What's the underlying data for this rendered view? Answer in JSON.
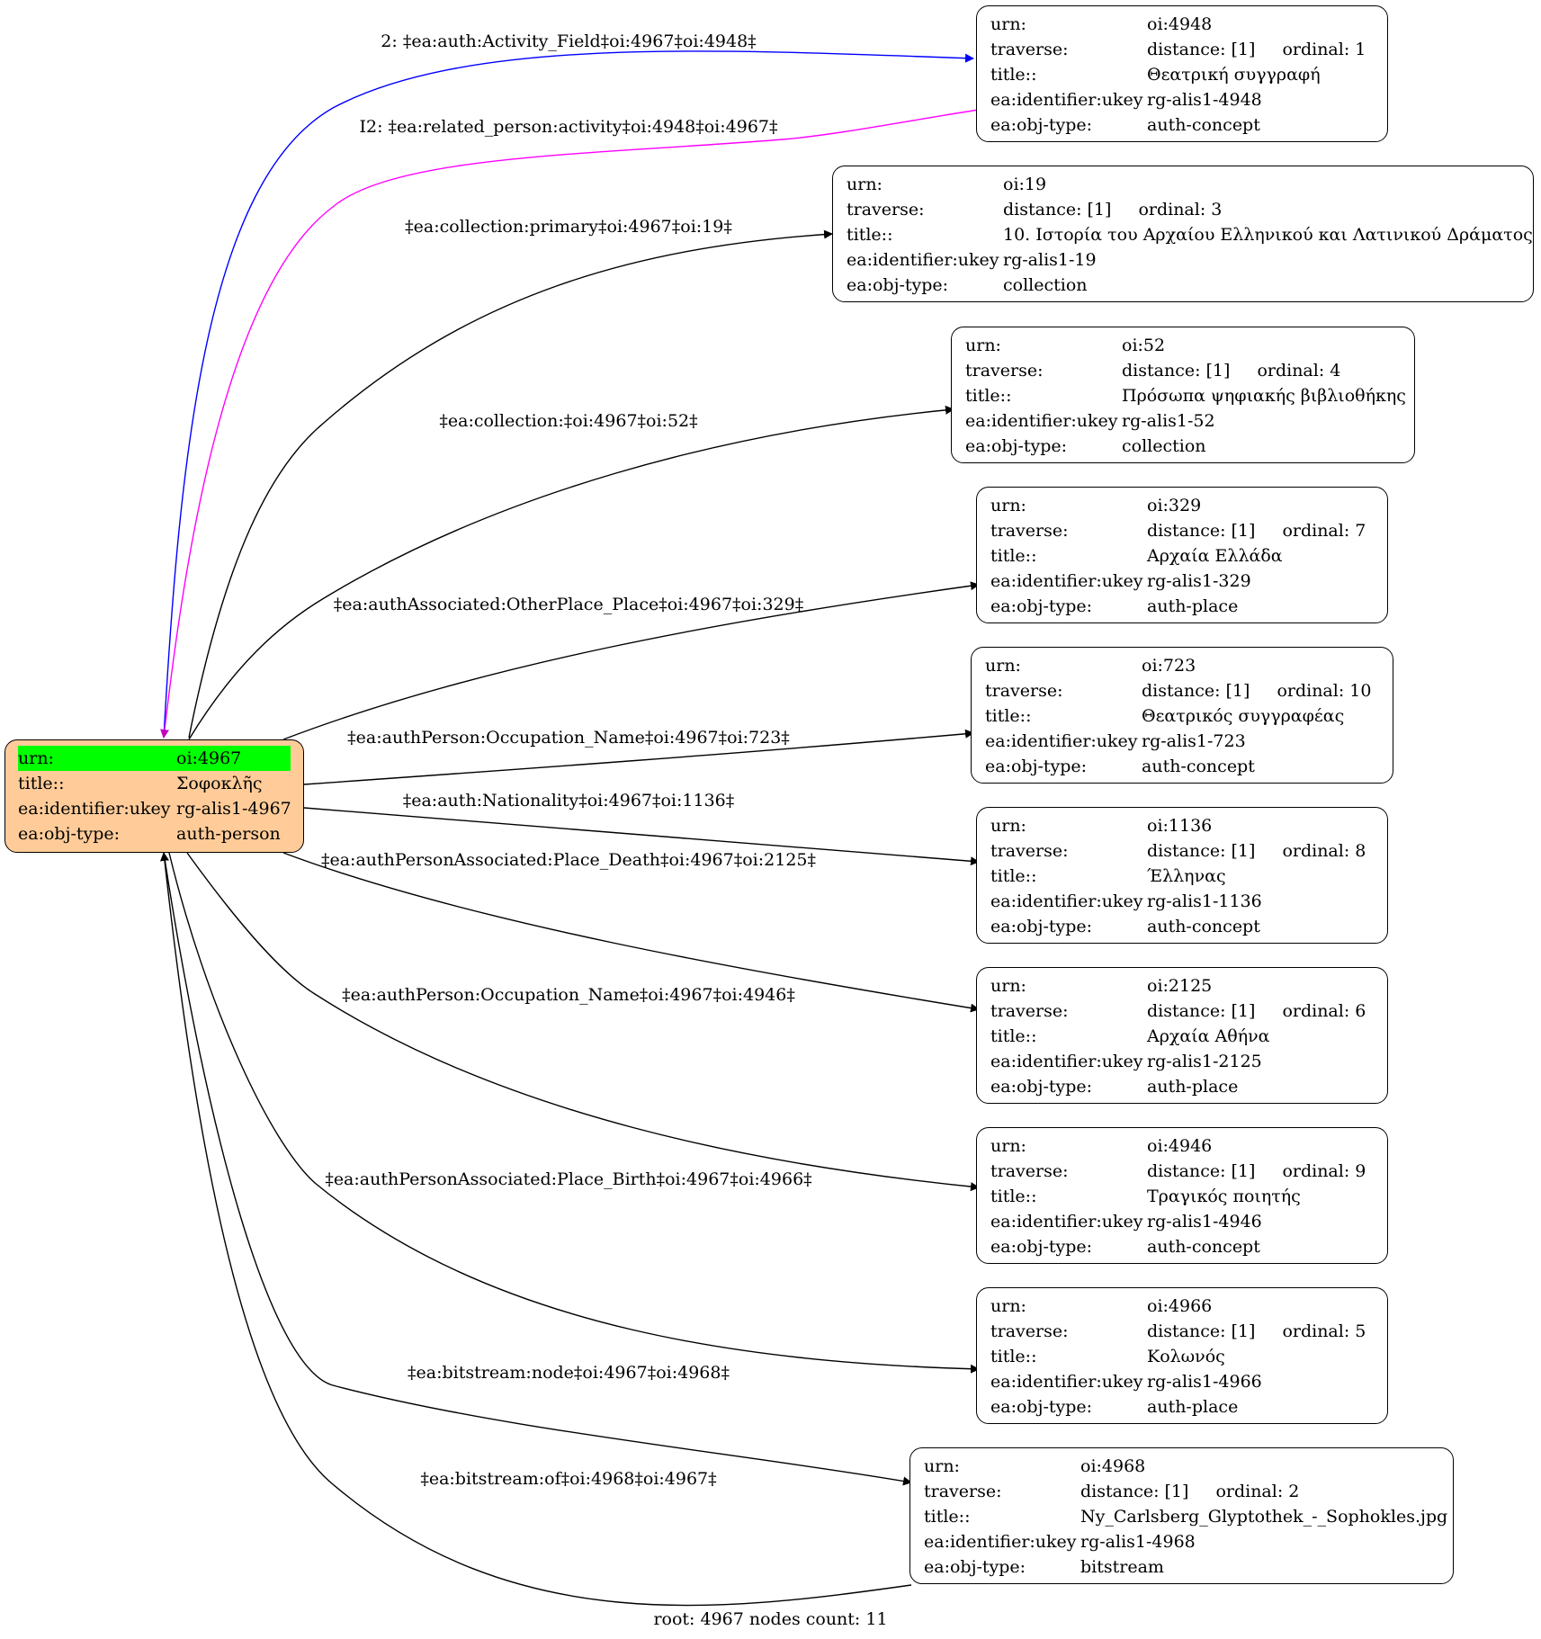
{
  "colors": {
    "root_fill": "#ffcc99",
    "highlight": "#00ff00",
    "edge_blue": "#0000ff",
    "edge_magenta": "#ff00ff",
    "edge_default": "#000000"
  },
  "root": {
    "rows": [
      {
        "k": "urn:",
        "v": "oi:4967"
      },
      {
        "k": "title::",
        "v": "Σοφοκλῆς"
      },
      {
        "k": "ea:identifier:ukey",
        "v": "rg-alis1-4967"
      },
      {
        "k": "ea:obj-type:",
        "v": "auth-person"
      }
    ]
  },
  "nodes": [
    {
      "urn": "oi:4948",
      "distance": "distance: [1]",
      "ordinal": "ordinal: 1",
      "title": "Θεατρική συγγραφή",
      "ukey": "rg-alis1-4948",
      "type": "auth-concept"
    },
    {
      "urn": "oi:19",
      "distance": "distance: [1]",
      "ordinal": "ordinal: 3",
      "title": "10. Ιστορία του Αρχαίου Ελληνικού και Λατινικού Δράματος",
      "ukey": "rg-alis1-19",
      "type": "collection"
    },
    {
      "urn": "oi:52",
      "distance": "distance: [1]",
      "ordinal": "ordinal: 4",
      "title": "Πρόσωπα ψηφιακής βιβλιοθήκης",
      "ukey": "rg-alis1-52",
      "type": "collection"
    },
    {
      "urn": "oi:329",
      "distance": "distance: [1]",
      "ordinal": "ordinal: 7",
      "title": "Αρχαία Ελλάδα",
      "ukey": "rg-alis1-329",
      "type": "auth-place"
    },
    {
      "urn": "oi:723",
      "distance": "distance: [1]",
      "ordinal": "ordinal: 10",
      "title": "Θεατρικός συγγραφέας",
      "ukey": "rg-alis1-723",
      "type": "auth-concept"
    },
    {
      "urn": "oi:1136",
      "distance": "distance: [1]",
      "ordinal": "ordinal: 8",
      "title": "Έλληνας",
      "ukey": "rg-alis1-1136",
      "type": "auth-concept"
    },
    {
      "urn": "oi:2125",
      "distance": "distance: [1]",
      "ordinal": "ordinal: 6",
      "title": "Αρχαία Αθήνα",
      "ukey": "rg-alis1-2125",
      "type": "auth-place"
    },
    {
      "urn": "oi:4946",
      "distance": "distance: [1]",
      "ordinal": "ordinal: 9",
      "title": "Τραγικός ποιητής",
      "ukey": "rg-alis1-4946",
      "type": "auth-concept"
    },
    {
      "urn": "oi:4966",
      "distance": "distance: [1]",
      "ordinal": "ordinal: 5",
      "title": "Κολωνός",
      "ukey": "rg-alis1-4966",
      "type": "auth-place"
    },
    {
      "urn": "oi:4968",
      "distance": "distance: [1]",
      "ordinal": "ordinal: 2",
      "title": "Ny_Carlsberg_Glyptothek_-_Sophokles.jpg",
      "ukey": "rg-alis1-4968",
      "type": "bitstream"
    }
  ],
  "row_keys": {
    "urn": "urn:",
    "traverse": "traverse:",
    "title": "title::",
    "ukey": "ea:identifier:ukey",
    "type": "ea:obj-type:"
  },
  "edges": [
    {
      "label": "2: ‡ea:auth:Activity_Field‡oi:4967‡oi:4948‡",
      "color": "blue"
    },
    {
      "label": "I2: ‡ea:related_person:activity‡oi:4948‡oi:4967‡",
      "color": "magenta"
    },
    {
      "label": "‡ea:collection:primary‡oi:4967‡oi:19‡",
      "color": "black"
    },
    {
      "label": "‡ea:collection:‡oi:4967‡oi:52‡",
      "color": "black"
    },
    {
      "label": "‡ea:authAssociated:OtherPlace_Place‡oi:4967‡oi:329‡",
      "color": "black"
    },
    {
      "label": "‡ea:authPerson:Occupation_Name‡oi:4967‡oi:723‡",
      "color": "black"
    },
    {
      "label": "‡ea:auth:Nationality‡oi:4967‡oi:1136‡",
      "color": "black"
    },
    {
      "label": "‡ea:authPersonAssociated:Place_Death‡oi:4967‡oi:2125‡",
      "color": "black"
    },
    {
      "label": "‡ea:authPerson:Occupation_Name‡oi:4967‡oi:4946‡",
      "color": "black"
    },
    {
      "label": "‡ea:authPersonAssociated:Place_Birth‡oi:4967‡oi:4966‡",
      "color": "black"
    },
    {
      "label": "‡ea:bitstream:node‡oi:4967‡oi:4968‡",
      "color": "black"
    },
    {
      "label": "‡ea:bitstream:of‡oi:4968‡oi:4967‡",
      "color": "black"
    }
  ],
  "footer": "root: 4967 nodes count: 11"
}
